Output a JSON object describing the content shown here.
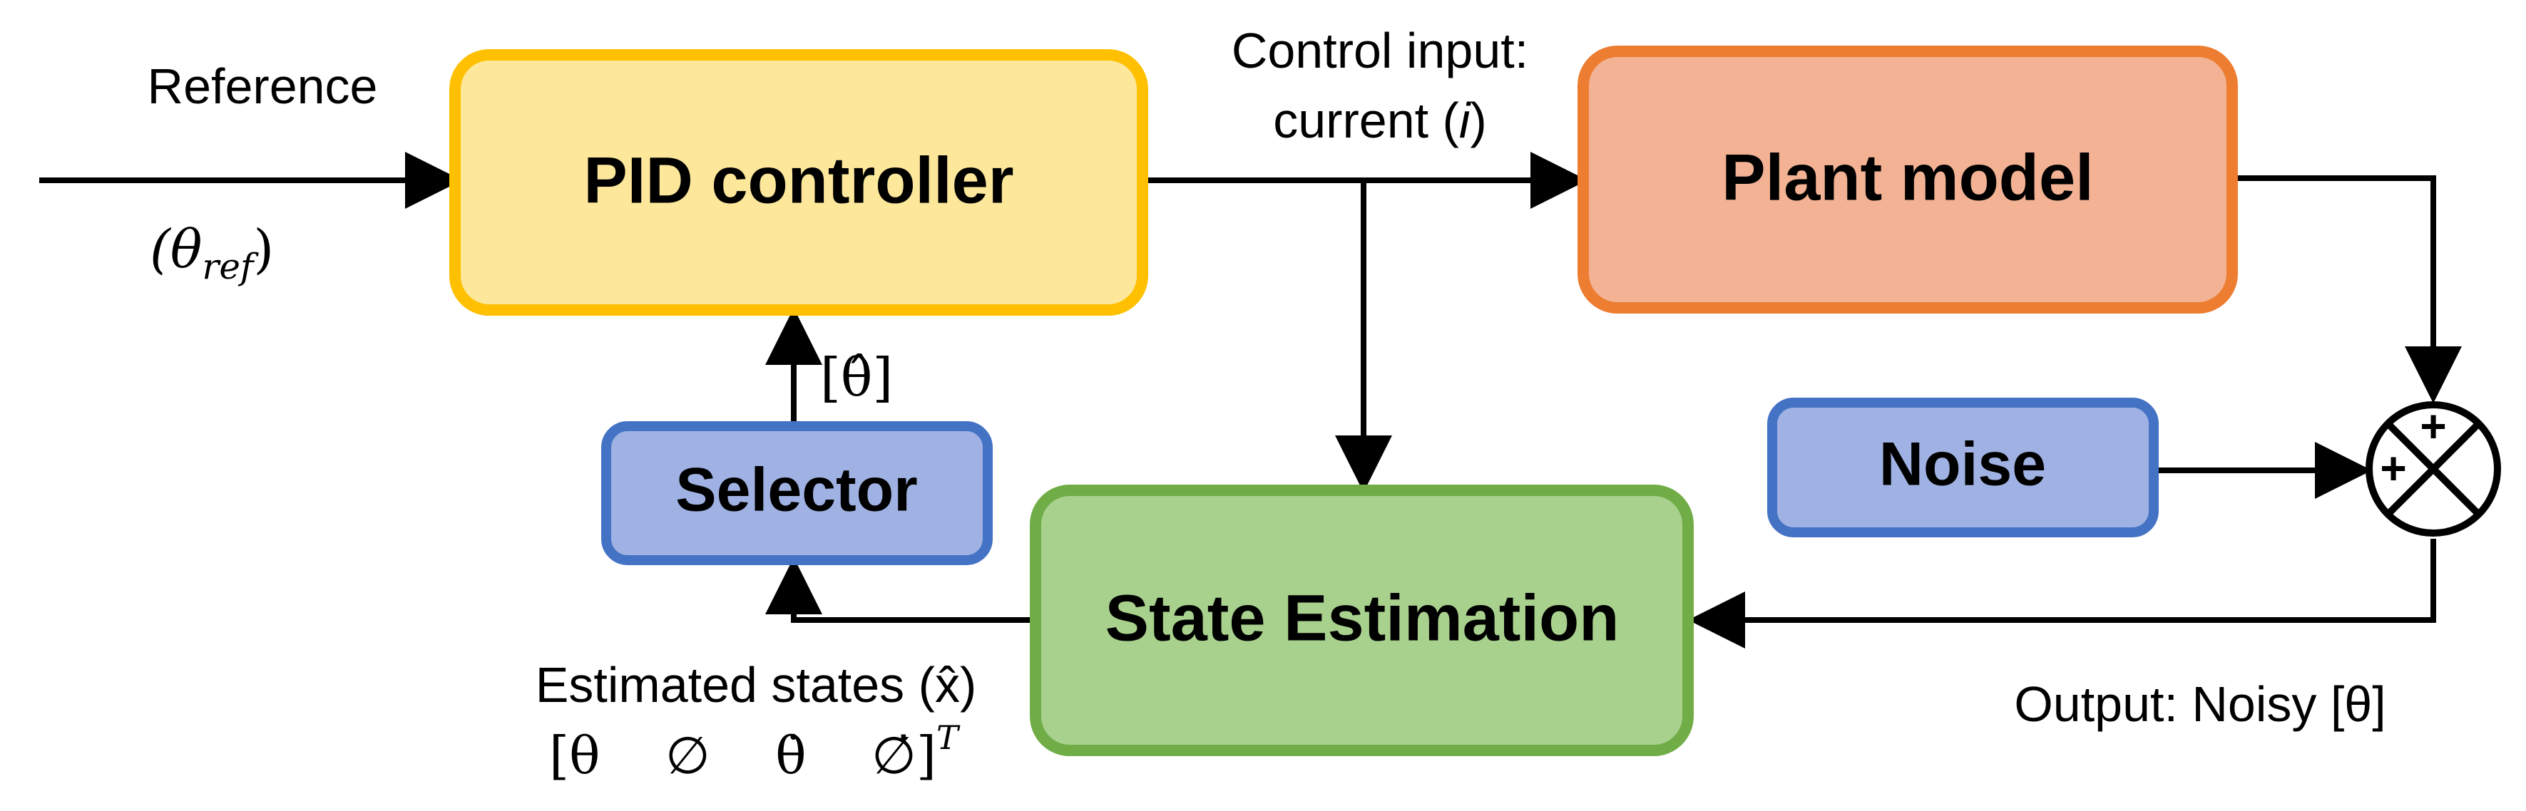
{
  "blocks": {
    "pid": {
      "label": "PID controller",
      "fill": "#fde79b",
      "stroke": "#fec000"
    },
    "plant": {
      "label": "Plant model",
      "fill": "#f3b294",
      "stroke": "#ed7d31"
    },
    "selector": {
      "label": "Selector",
      "fill": "#9fb2e3",
      "stroke": "#4472c4"
    },
    "noise": {
      "label": "Noise",
      "fill": "#9fb2e3",
      "stroke": "#4472c4"
    },
    "state_estimation": {
      "label": "State Estimation",
      "fill": "#a9d18e",
      "stroke": "#70ad47"
    }
  },
  "labels": {
    "reference": "Reference",
    "theta_ref": "(θ",
    "theta_ref_sub": "ref",
    "theta_ref_close": ")",
    "control_input_line1": "Control input:",
    "control_input_line2_pre": "current (",
    "control_input_var": "i",
    "control_input_line2_post": ")",
    "theta_hat": "[θ̂]",
    "estimated_states": "Estimated states (x̂)",
    "state_vector": "[θ    ∅    θ̇    ∅̇]",
    "state_vector_sup": "T",
    "output": "Output: Noisy [θ]"
  },
  "summing_junction": {
    "signs": [
      "+",
      "+"
    ]
  },
  "colors": {
    "line": "#000000"
  }
}
